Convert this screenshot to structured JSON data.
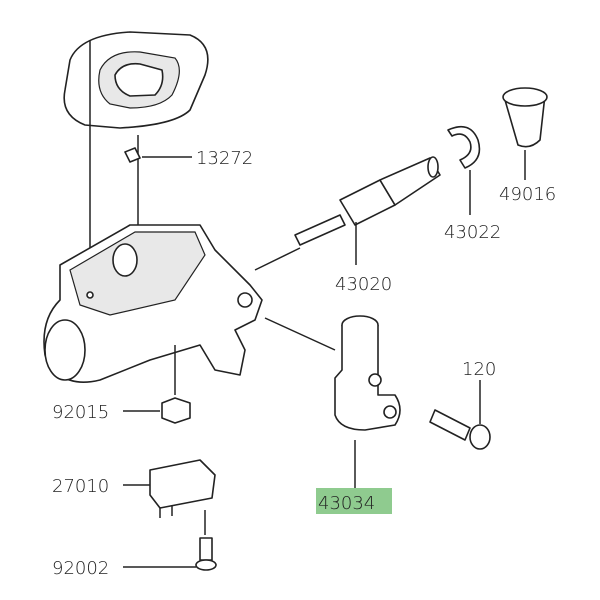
{
  "diagram": {
    "highlight_color": "#8fcb8f",
    "labels": {
      "p13272": "13272",
      "p49016": "49016",
      "p43022": "43022",
      "p43020": "43020",
      "p120": "120",
      "p92015": "92015",
      "p27010": "27010",
      "p43034": "43034",
      "p92002": "92002"
    },
    "highlighted_part": "43034"
  }
}
